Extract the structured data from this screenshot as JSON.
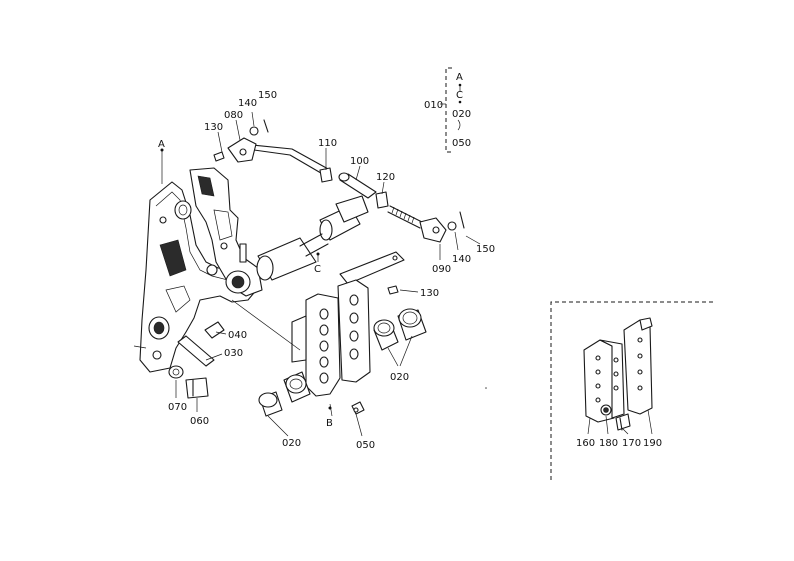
{
  "labels": {
    "a": "A",
    "b": "B",
    "c": "C",
    "p010": "010",
    "group_a": "A",
    "group_c": "C",
    "group_020": "020",
    "group_050": "050",
    "p130_top": "130",
    "p080": "080",
    "p140_top": "140",
    "p150_top": "150",
    "p110": "110",
    "p100": "100",
    "p120": "120",
    "p150_right": "150",
    "p140_right": "140",
    "p090": "090",
    "p130_mid": "130",
    "p040": "040",
    "p030": "030",
    "p070": "070",
    "p060": "060",
    "p020_right": "020",
    "p020_bottom": "020",
    "p050_bottom": "050",
    "p160": "160",
    "p180": "180",
    "p170": "170",
    "p190": "190"
  }
}
